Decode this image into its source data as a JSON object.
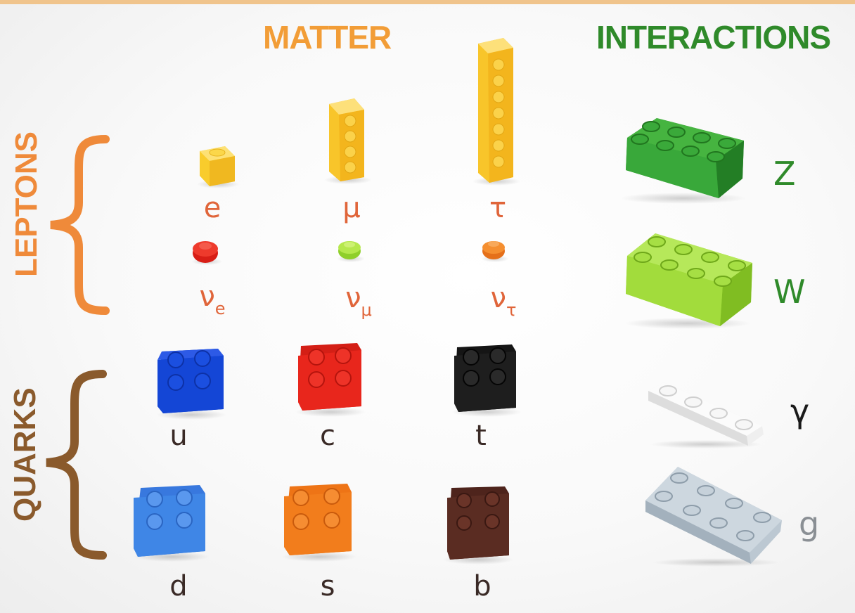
{
  "headers": {
    "matter": "MATTER",
    "interactions": "INTERACTIONS"
  },
  "groups": {
    "leptons": "LEPTONS",
    "quarks": "QUARKS"
  },
  "leptons": {
    "charged": [
      "e",
      "μ",
      "τ"
    ],
    "neutrinos": [
      {
        "base": "ν",
        "sub": "e"
      },
      {
        "base": "ν",
        "sub": "μ"
      },
      {
        "base": "ν",
        "sub": "τ"
      }
    ]
  },
  "quarks": {
    "up_row": [
      "u",
      "c",
      "t"
    ],
    "down_row": [
      "d",
      "s",
      "b"
    ]
  },
  "bosons": [
    "Z",
    "W",
    "γ",
    "g"
  ],
  "colors": {
    "matter_header": "#f29d37",
    "interactions_header": "#2f8a2a",
    "leptons_label": "#ef8a3a",
    "quarks_label": "#8a5a2c",
    "lepton_brick": "#f9cc2c",
    "nu_e_plate": "#e8261c",
    "nu_mu_plate": "#a8e03a",
    "nu_tau_plate": "#f28a25",
    "u_brick": "#1446d6",
    "c_brick": "#e8261c",
    "t_brick": "#1c1c1c",
    "d_brick": "#3f86e6",
    "s_brick": "#f27d1c",
    "b_brick": "#5a2c22",
    "z_brick": "#3ba33a",
    "w_brick": "#9ed93a",
    "gamma_plate": "#f3f3f3",
    "gluon_plate": "#bcc8d2"
  }
}
